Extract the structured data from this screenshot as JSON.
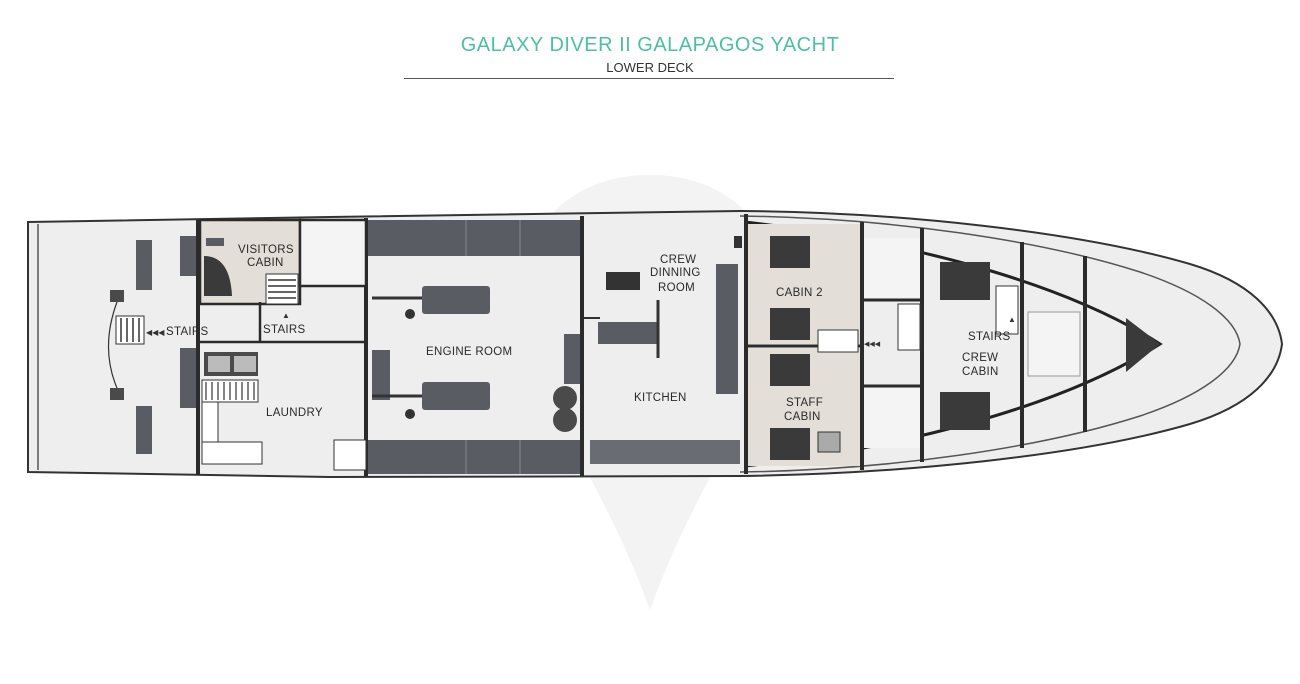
{
  "header": {
    "title": "GALAXY DIVER II GALAPAGOS YACHT",
    "subtitle": "LOWER DECK"
  },
  "colors": {
    "accent": "#4cbfa4",
    "hull_fill": "#eeeeee",
    "wall": "#2b2b2b",
    "furniture": "#5a5c63"
  },
  "rooms": {
    "visitors_cabin": [
      "VISITORS",
      "CABIN"
    ],
    "stairs_aft": "STAIRS",
    "stairs_mid": "STAIRS",
    "laundry": "LAUNDRY",
    "engine_room": "ENGINE ROOM",
    "crew_dining": [
      "CREW",
      "DINNING",
      "ROOM"
    ],
    "kitchen": "KITCHEN",
    "cabin_2": "CABIN 2",
    "staff_cabin": [
      "STAFF",
      "CABIN"
    ],
    "stairs_fwd": "STAIRS",
    "crew_cabin": [
      "CREW",
      "CABIN"
    ]
  }
}
